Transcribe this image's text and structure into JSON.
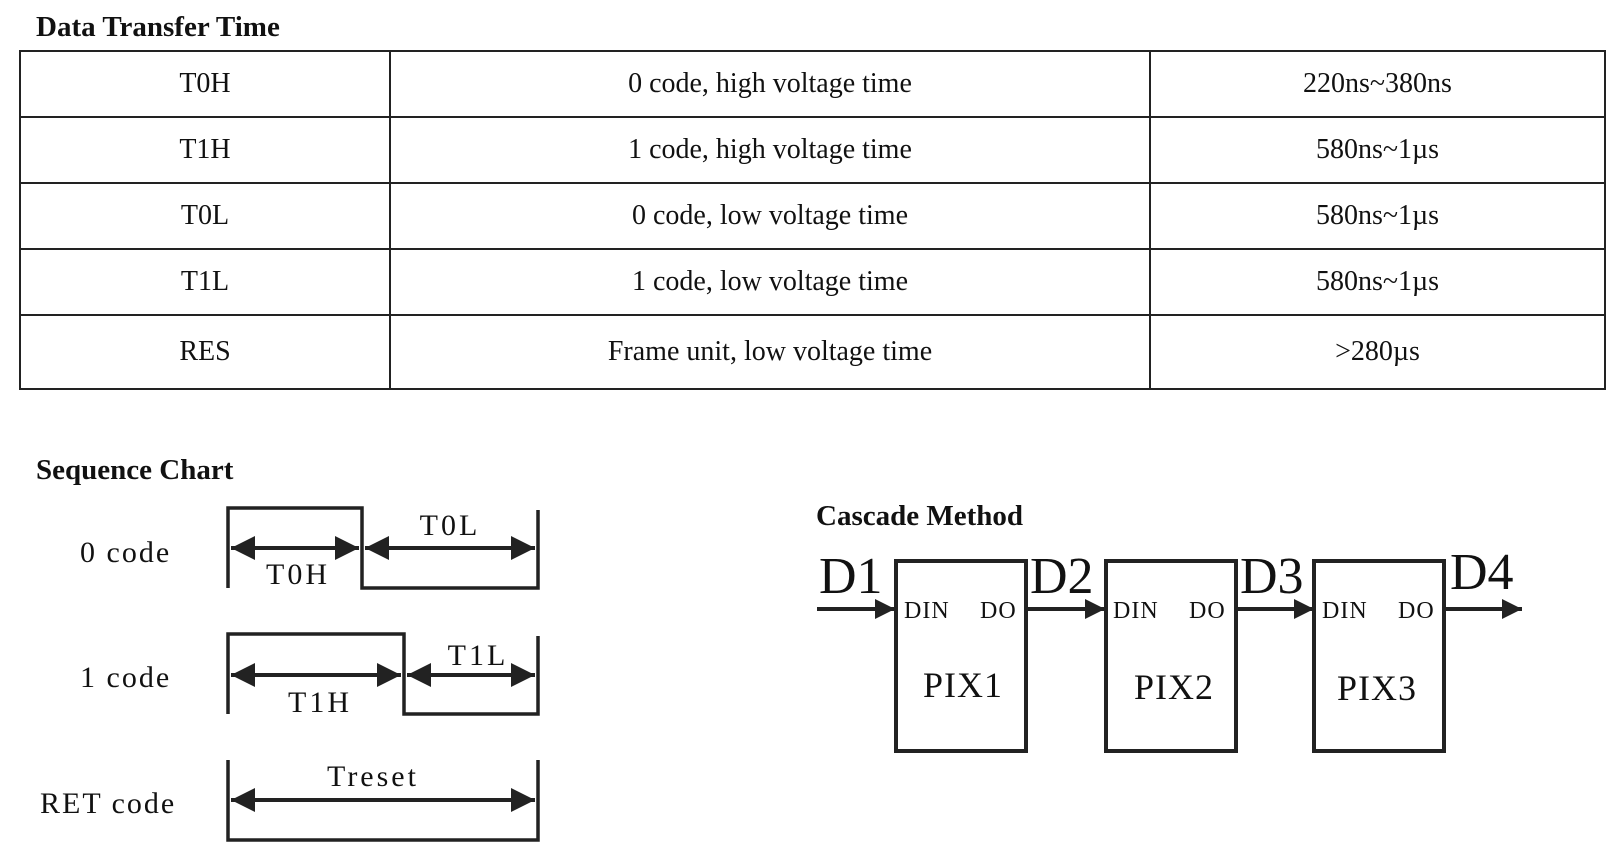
{
  "data_transfer": {
    "title": "Data Transfer Time",
    "rows": [
      {
        "symbol": "T0H",
        "description": "0 code, high voltage time",
        "value": "220ns~380ns"
      },
      {
        "symbol": "T1H",
        "description": "1 code, high voltage time",
        "value": "580ns~1µs"
      },
      {
        "symbol": "T0L",
        "description": "0 code, low voltage time",
        "value": "580ns~1µs"
      },
      {
        "symbol": "T1L",
        "description": "1 code, low voltage time",
        "value": "580ns~1µs"
      },
      {
        "symbol": "RES",
        "description": "Frame unit, low voltage time",
        "value": ">280µs"
      }
    ]
  },
  "sequence_chart": {
    "title": "Sequence Chart",
    "codes": [
      {
        "label": "0 code",
        "high_label": "T0H",
        "low_label": "T0L"
      },
      {
        "label": "1 code",
        "high_label": "T1H",
        "low_label": "T1L"
      },
      {
        "label": "RET code",
        "span_label": "Treset"
      }
    ]
  },
  "cascade": {
    "title": "Cascade Method",
    "signals": [
      "D1",
      "D2",
      "D3",
      "D4"
    ],
    "pixels": [
      {
        "name": "PIX1",
        "in_pin": "DIN",
        "out_pin": "DO"
      },
      {
        "name": "PIX2",
        "in_pin": "DIN",
        "out_pin": "DO"
      },
      {
        "name": "PIX3",
        "in_pin": "DIN",
        "out_pin": "DO"
      }
    ]
  }
}
